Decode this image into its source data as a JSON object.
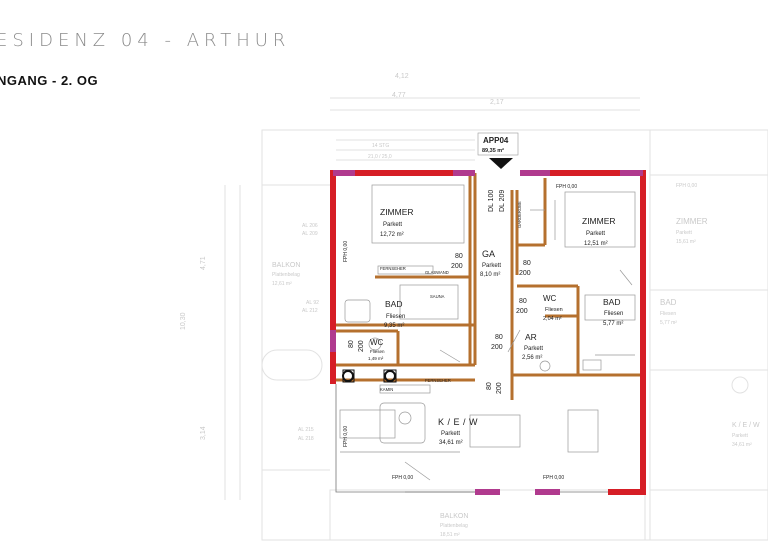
{
  "header": {
    "title": "ESIDENZ 04 - ARTHUR",
    "subtitle": "NGANG - 2. OG"
  },
  "apartment": {
    "name": "APP04",
    "area": "89,35 m²"
  },
  "rooms": {
    "zimmer1": {
      "name": "ZIMMER",
      "floor": "Parkett",
      "area": "12,72 m²"
    },
    "zimmer2": {
      "name": "ZIMMER",
      "floor": "Parkett",
      "area": "12,51 m²"
    },
    "ga": {
      "name": "GA",
      "floor": "Parkett",
      "area": "8,10 m²"
    },
    "bad1": {
      "name": "BAD",
      "floor": "Fliesen",
      "area": "9,35 m²"
    },
    "wc1": {
      "name": "WC",
      "floor": "Fliesen",
      "area": "1,49 m²"
    },
    "wc2": {
      "name": "WC",
      "floor": "Fliesen",
      "area": "2,04 m²"
    },
    "bad2": {
      "name": "BAD",
      "floor": "Fliesen",
      "area": "5,77 m²"
    },
    "ar": {
      "name": "AR",
      "floor": "Parkett",
      "area": "2,56 m²"
    },
    "kew": {
      "name": "K / E / W",
      "floor": "Parkett",
      "area": "34,61 m²"
    }
  },
  "labels": {
    "fernseher1": "FERNSEHER",
    "glaswand": "GLASWAND",
    "sauna": "SAUNA",
    "kamin": "KAMIN",
    "fernseher2": "FERNSEHER",
    "garderobe": "GARDEROBE",
    "dl100": "DL 100",
    "dl209": "DL 209",
    "fph_left_top": "FPH 0,00",
    "fph_top_right": "FPH 0,00",
    "fph_left_bottom": "FPH 0,00",
    "fph_bottom1": "FPH 0,00",
    "fph_bottom2": "FPH 0,00",
    "door_80a": "80",
    "door_200a": "200",
    "door_80b": "80",
    "door_200b": "200",
    "door_80c": "80",
    "door_200c": "200",
    "door_80d": "80",
    "door_200d": "200",
    "door_80e": "80",
    "door_200e": "200",
    "door_80f": "80",
    "door_200f": "200"
  },
  "ghost": {
    "balkon_left": "BALKON",
    "balkon_left_floor": "Plattenbelag",
    "balkon_left_area": "12,61 m²",
    "balkon_bottom": "BALKON",
    "balkon_bottom_floor": "Plattenbelag",
    "balkon_bottom_area": "18,51 m²",
    "zimmer_right": "ZIMMER",
    "zimmer_right_floor": "Parkett",
    "zimmer_right_area": "15,61 m²",
    "bad_right": "BAD",
    "bad_right_floor": "Fliesen",
    "bad_right_area": "5,77 m²",
    "kew_right": "K / E / W",
    "kew_right_floor": "Parkett",
    "kew_right_area": "34,61 m²",
    "stg": "14 STG",
    "stg_dim": "21,0 / 25,0",
    "dim_top1": "4,77",
    "dim_top2": "4,12",
    "dim_top3": "2,17",
    "dim_left1": "4,71",
    "dim_left2": "3,14",
    "dim_left3": "10,30",
    "al1": "AL 206",
    "al2": "AL 209",
    "al3": "AL 92",
    "al4": "AL 212",
    "al5": "AL 215",
    "al6": "AL 218",
    "fph_ghost": "FPH 0,00"
  },
  "colors": {
    "brand": "#8a8a8a",
    "exterior_wall": "#d61e26",
    "window_accent": "#b03a8e",
    "interior_wall": "#b5702e",
    "marker": "#111111"
  }
}
